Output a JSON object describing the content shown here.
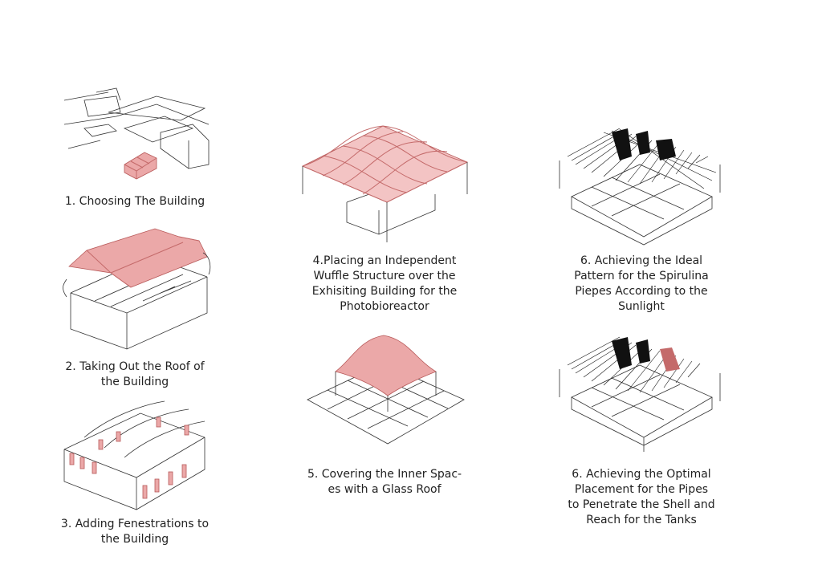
{
  "steps": [
    {
      "id": "1",
      "lines": [
        "1. Choosing The Building"
      ]
    },
    {
      "id": "2",
      "lines": [
        "2. Taking Out the Roof of",
        "the Building"
      ]
    },
    {
      "id": "3",
      "lines": [
        "3. Adding Fenestrations to",
        "the Building"
      ]
    },
    {
      "id": "4",
      "lines": [
        "4.Placing an Independent",
        "Wuffle Structure over the",
        "Exhisiting Building for the",
        "Photobioreactor"
      ]
    },
    {
      "id": "5",
      "lines": [
        "5. Covering the Inner Spac-",
        "es with a Glass Roof"
      ]
    },
    {
      "id": "6a",
      "lines": [
        "6. Achieving the Ideal",
        "Pattern for the Spirulina",
        "Piepes According to the",
        "Sunlight"
      ]
    },
    {
      "id": "6b",
      "lines": [
        "6. Achieving the Optimal",
        "Placement for the Pipes",
        "to Penetrate the Shell and",
        "Reach for the Tanks"
      ]
    }
  ],
  "colors": {
    "accent": "#eba8a8",
    "line": "#333333"
  }
}
